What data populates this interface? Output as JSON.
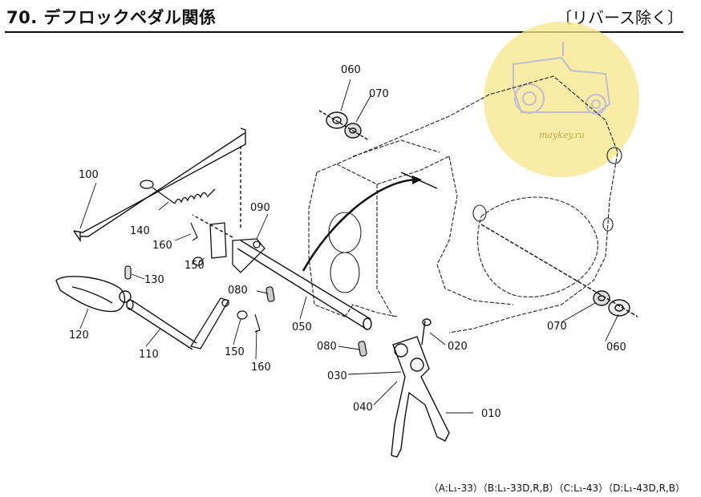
{
  "header": {
    "title": "70. デフロックペダル関係",
    "subtitle": "〔リバース除く〕"
  },
  "watermark": {
    "text": "maykey.ru",
    "color": "#f6e07a"
  },
  "parts": [
    {
      "id": "p010",
      "text": "010"
    },
    {
      "id": "p020",
      "text": "020"
    },
    {
      "id": "p030",
      "text": "030"
    },
    {
      "id": "p040",
      "text": "040"
    },
    {
      "id": "p050",
      "text": "050"
    },
    {
      "id": "p060a",
      "text": "060"
    },
    {
      "id": "p060b",
      "text": "060"
    },
    {
      "id": "p070a",
      "text": "070"
    },
    {
      "id": "p070b",
      "text": "070"
    },
    {
      "id": "p080a",
      "text": "080"
    },
    {
      "id": "p080b",
      "text": "080"
    },
    {
      "id": "p090",
      "text": "090"
    },
    {
      "id": "p100",
      "text": "100"
    },
    {
      "id": "p110",
      "text": "110"
    },
    {
      "id": "p120",
      "text": "120"
    },
    {
      "id": "p130",
      "text": "130"
    },
    {
      "id": "p140",
      "text": "140"
    },
    {
      "id": "p150a",
      "text": "150"
    },
    {
      "id": "p150b",
      "text": "150"
    },
    {
      "id": "p160a",
      "text": "160"
    },
    {
      "id": "p160b",
      "text": "160"
    }
  ],
  "footer": "（A:L₁-33）（B:L₁-33D,R,B）（C:L₁-43）（D:L₁-43D,R,B）"
}
